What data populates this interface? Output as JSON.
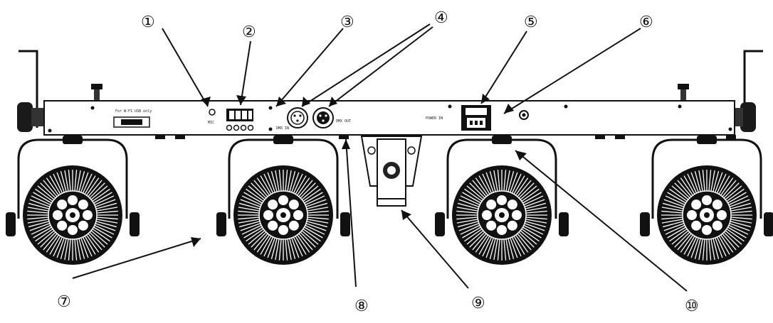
{
  "callouts": [
    {
      "num": "①"
    },
    {
      "num": "②"
    },
    {
      "num": "③"
    },
    {
      "num": "④"
    },
    {
      "num": "⑤"
    },
    {
      "num": "⑥"
    },
    {
      "num": "⑦"
    },
    {
      "num": "⑧"
    },
    {
      "num": "⑨"
    },
    {
      "num": "⑩"
    }
  ],
  "panel": {
    "usb_label": "For W-F1 USB only",
    "mic_label": "MIC",
    "dmx_in_label": "DMX IN",
    "dmx_out_label": "DMX OUT",
    "power_label": "POWER IN"
  },
  "fixture_count": 4
}
